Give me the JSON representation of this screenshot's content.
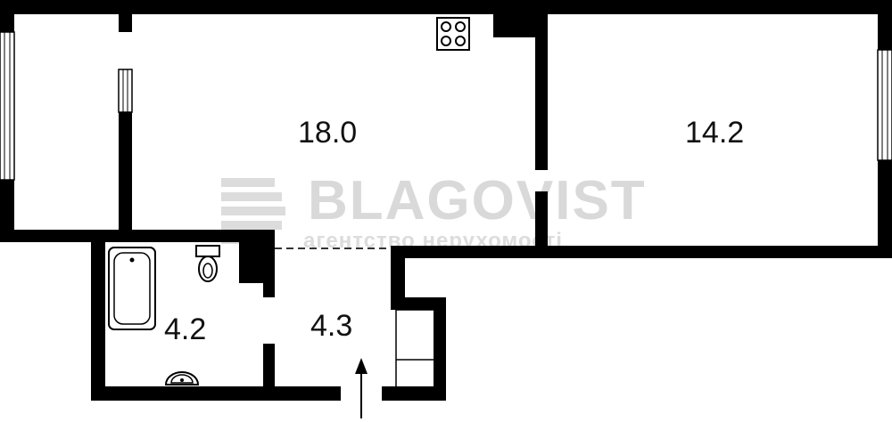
{
  "rooms": [
    {
      "id": "kitchen-living",
      "area": "18.0"
    },
    {
      "id": "bedroom",
      "area": "14.2"
    },
    {
      "id": "bathroom",
      "area": "4.2"
    },
    {
      "id": "hallway",
      "area": "4.3"
    }
  ],
  "watermark": {
    "brand": "BLAGOVIST",
    "tagline": "агентство нерухомості"
  },
  "colors": {
    "wall": "#000000",
    "background": "#ffffff",
    "watermark": "#d9d9d9"
  }
}
